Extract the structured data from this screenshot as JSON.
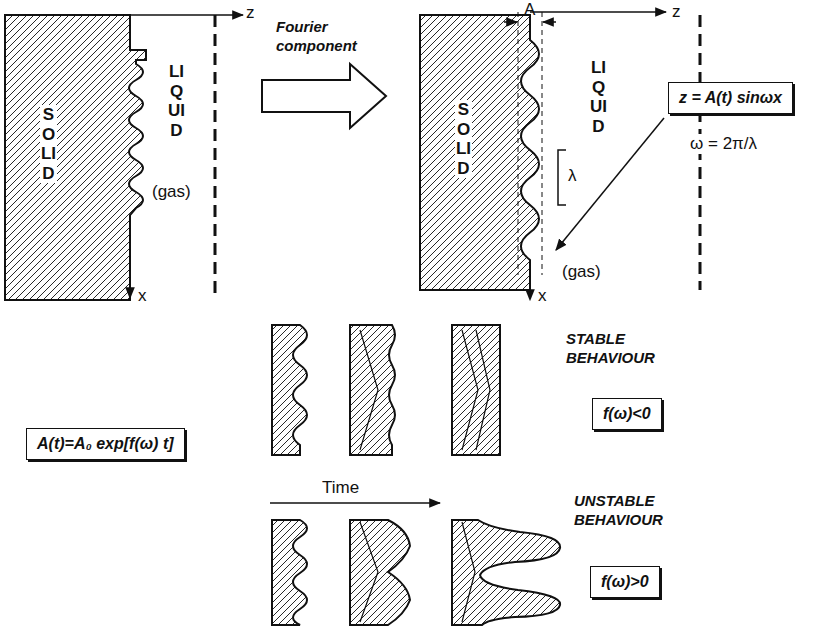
{
  "diagram": {
    "nodes": [
      {
        "text": [
          "z = A(t) sinωx"
        ]
      },
      {
        "text": [
          "f(ω)<0"
        ]
      },
      {
        "text": [
          "A(t)=A₀ exp[f(ω) t]"
        ]
      },
      {
        "text": [
          "f(ω)>0"
        ]
      }
    ],
    "labels": [
      "z",
      "SOLID",
      "LIQUID",
      "(gas)",
      "x",
      "Fourier component",
      "A",
      "z",
      "λ",
      "SOLID",
      "LIQUID",
      "(gas)",
      "x",
      "ω = 2π/λ",
      "STABLE BEHAVIOUR",
      "Time",
      "UNSTABLE BEHAVIOUR"
    ]
  }
}
